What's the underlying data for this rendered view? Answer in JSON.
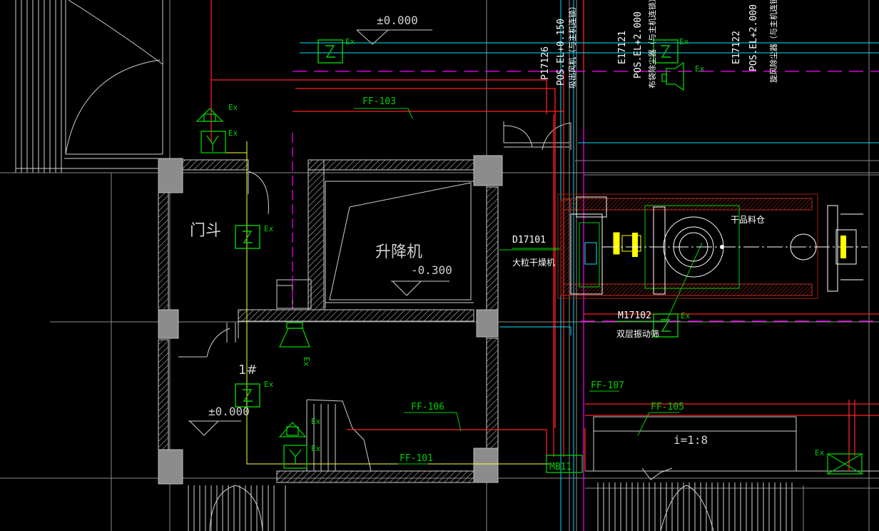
{
  "colors": {
    "background": "#000000",
    "white": "#ffffff",
    "grey_line": "#9a9a9a",
    "dark_grey": "#5a5a5a",
    "column_fill": "#8c8c8c",
    "green": "#00d000",
    "red": "#ff2020",
    "magenta": "#ff00ff",
    "cyan": "#00e0ff",
    "yellow": "#ffff00",
    "dark_red": "#a02010"
  },
  "labels": {
    "elevation_top": "±0.000",
    "elevation_left": "±0.000",
    "elevation_lift": "-0.300",
    "room_vestibule": "门斗",
    "room_lift": "升降机",
    "room_stair": "1#",
    "ex": "Ex",
    "ff103": "FF-103",
    "ff106": "FF-106",
    "ff101": "FF-101",
    "ff107": "FF-107",
    "ff105": "FF-105",
    "mb11": "MB11",
    "slope": "i=1:8",
    "d17101_tag": "D17101",
    "d17101_name": "大粒干燥机",
    "m17102_tag": "M17102",
    "m17102_name": "双层振动筛",
    "silo_label": "干品料仓",
    "p17126_tag": "P17126",
    "p17126_pos": "POS.EL+0.150",
    "p17126_desc": "吸出风机（与主机连锁）",
    "e17121_tag": "E17121",
    "e17121_pos": "POS.EL+2.000",
    "e17121_desc": "布袋除尘器（与主机连锁）",
    "e17122_tag": "E17122",
    "e17122_pos": "POS.EL+2.000",
    "e17122_desc": "旋风除尘器（与主机连锁）"
  }
}
